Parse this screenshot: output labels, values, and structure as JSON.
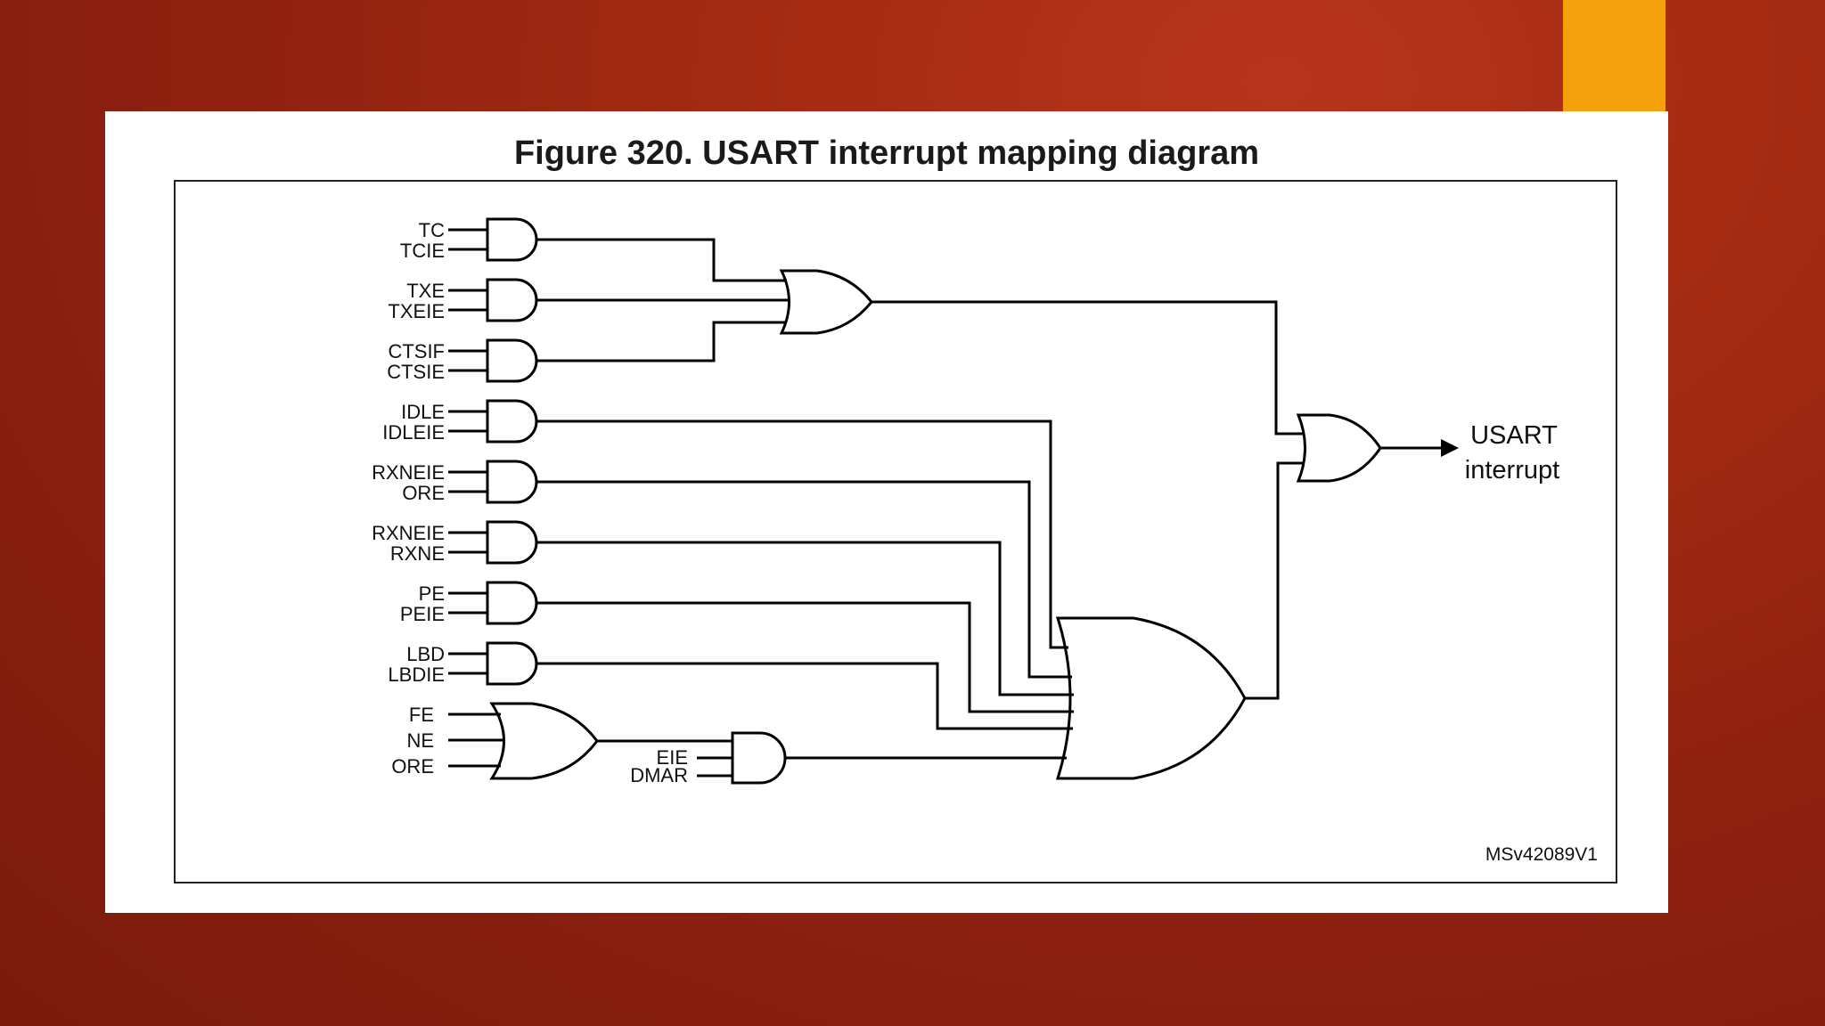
{
  "figure": {
    "title": "Figure 320. USART interrupt mapping diagram",
    "reference": "MSv42089V1"
  },
  "and_gates": [
    {
      "in1": "TC",
      "in2": "TCIE"
    },
    {
      "in1": "TXE",
      "in2": "TXEIE"
    },
    {
      "in1": "CTSIF",
      "in2": "CTSIE"
    },
    {
      "in1": "IDLE",
      "in2": "IDLEIE"
    },
    {
      "in1": "RXNEIE",
      "in2": "ORE"
    },
    {
      "in1": "RXNEIE",
      "in2": "RXNE"
    },
    {
      "in1": "PE",
      "in2": "PEIE"
    },
    {
      "in1": "LBD",
      "in2": "LBDIE"
    }
  ],
  "error_or_inputs": [
    "FE",
    "NE",
    "ORE"
  ],
  "error_and_inputs": [
    "EIE",
    "DMAR"
  ],
  "output": {
    "line1": "USART",
    "line2": "interrupt"
  },
  "colors": {
    "background": "#a32a12",
    "accent": "#f5a10e",
    "card": "#ffffff",
    "ink": "#000000"
  }
}
